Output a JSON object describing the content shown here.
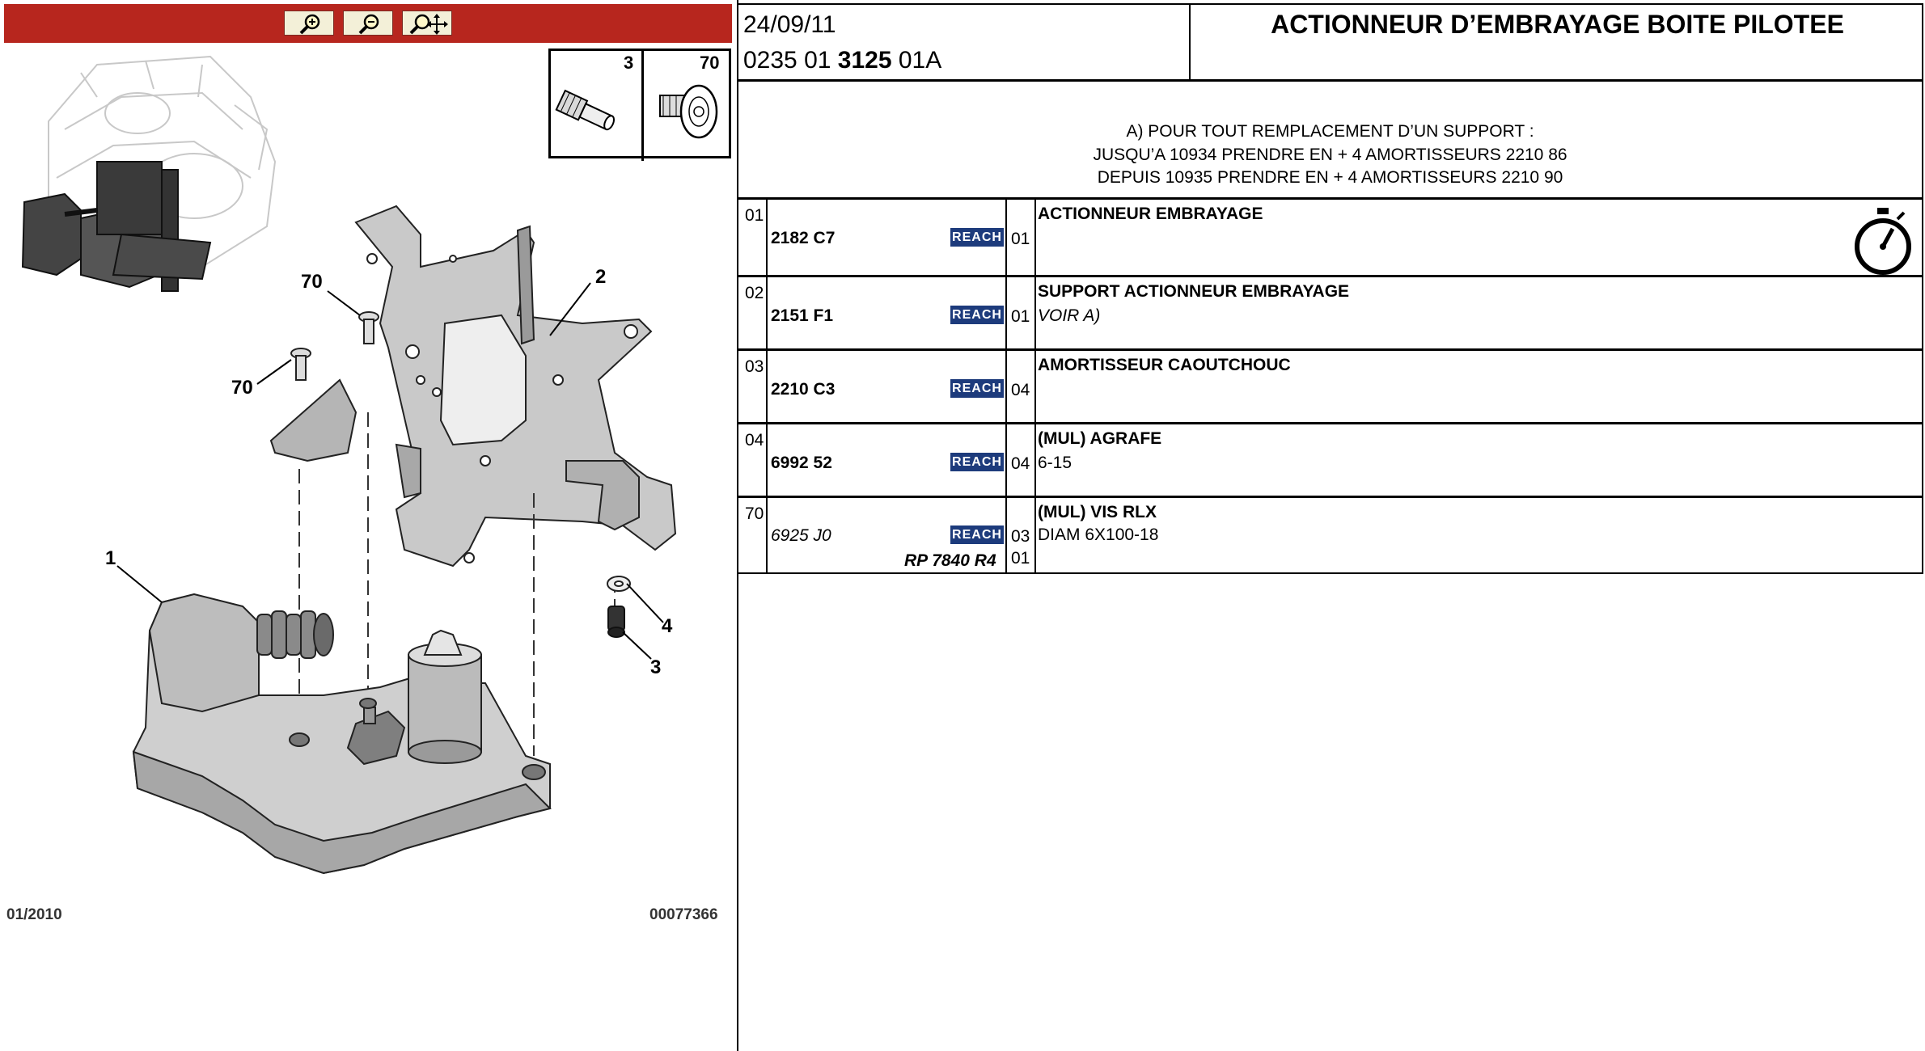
{
  "header": {
    "date": "24/09/11",
    "ref_prefix": "0235 01 ",
    "ref_bold": "3125",
    "ref_suffix": " 01A",
    "title": "ACTIONNEUR D’EMBRAYAGE BOITE PILOTEE"
  },
  "notes": [
    "A) POUR TOUT REMPLACEMENT D’UN SUPPORT :",
    "JUSQU’A 10934 PRENDRE EN + 4 AMORTISSEURS 2210 86",
    "DEPUIS 10935 PRENDRE EN + 4 AMORTISSEURS 2210 90"
  ],
  "toolbar": {
    "zoom_in": "zoom-in-icon",
    "zoom_out": "zoom-out-icon",
    "zoom_pan": "zoom-move-icon"
  },
  "diagram": {
    "footer_left": "01/2010",
    "footer_right": "00077366",
    "callouts": [
      "1",
      "2",
      "3",
      "4",
      "70",
      "70"
    ],
    "thumb_numbers": [
      "3",
      "70"
    ]
  },
  "reach_label": "REACH",
  "parts": [
    {
      "index": "01",
      "part_no": "2182 C7",
      "qty": "01",
      "desc": "ACTIONNEUR EMBRAYAGE",
      "desc2": "",
      "timer": true
    },
    {
      "index": "02",
      "part_no": "2151 F1",
      "qty": "01",
      "desc": "SUPPORT ACTIONNEUR EMBRAYAGE",
      "desc2": "VOIR A)"
    },
    {
      "index": "03",
      "part_no": "2210 C3",
      "qty": "04",
      "desc": "AMORTISSEUR CAOUTCHOUC",
      "desc2": ""
    },
    {
      "index": "04",
      "part_no": "6992 52",
      "qty": "04",
      "desc": "(MUL) AGRAFE",
      "desc2": "6-15"
    },
    {
      "index": "70",
      "part_no": "6925 J0",
      "qty": "03",
      "desc": "(MUL) VIS RLX",
      "desc2": "DIAM 6X100-18",
      "part_no_alt": "RP 7840 R4",
      "qty_alt": "01"
    }
  ],
  "colors": {
    "toolbar_red": "#b7261e",
    "reach_blue": "#1d3b7c"
  }
}
